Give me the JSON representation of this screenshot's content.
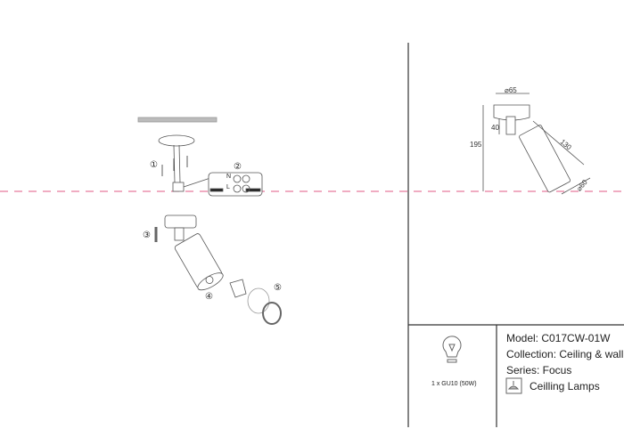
{
  "dimensions": {
    "diameter_top": "⌀65",
    "arm": "40",
    "height": "195",
    "length": "130",
    "diameter_shade": "⌀60"
  },
  "steps": [
    "①",
    "②",
    "③",
    "④",
    "⑤"
  ],
  "wiring": {
    "neutral": "N",
    "live": "L"
  },
  "bulb": {
    "label": "1 x GU10 (50W)",
    "icon": "bulb-icon"
  },
  "spec": {
    "model": "Model: C017CW-01W",
    "collection": "Collection: Ceiling & wall",
    "series": "Series: Focus",
    "category": "Ceilling Lamps",
    "category_icon": "ceiling-lamp-icon"
  },
  "colors": {
    "guide_line": "#e05a86",
    "line": "#333333"
  }
}
